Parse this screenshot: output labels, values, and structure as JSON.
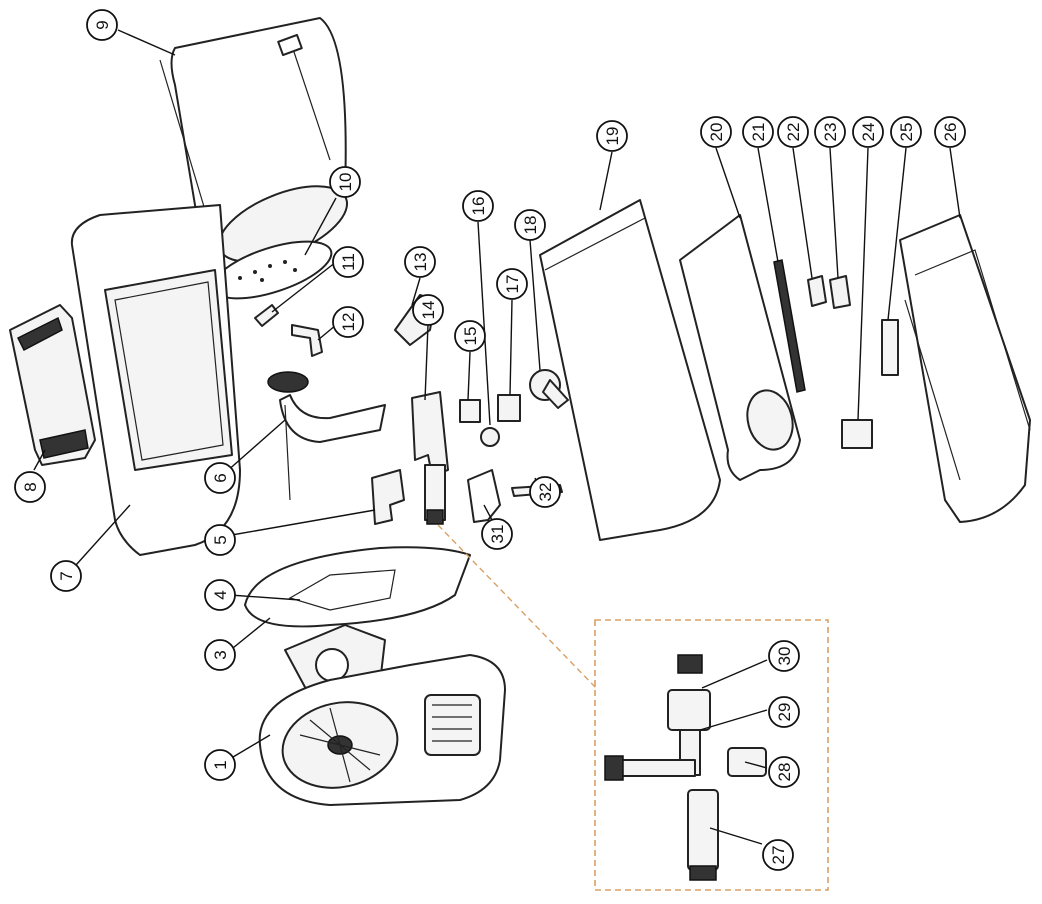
{
  "diagram": {
    "callouts": [
      {
        "id": "c1",
        "label": "1"
      },
      {
        "id": "c3",
        "label": "3"
      },
      {
        "id": "c4",
        "label": "4"
      },
      {
        "id": "c5",
        "label": "5"
      },
      {
        "id": "c6",
        "label": "6"
      },
      {
        "id": "c7",
        "label": "7"
      },
      {
        "id": "c8",
        "label": "8"
      },
      {
        "id": "c9",
        "label": "9"
      },
      {
        "id": "c10",
        "label": "10"
      },
      {
        "id": "c11",
        "label": "11"
      },
      {
        "id": "c12",
        "label": "12"
      },
      {
        "id": "c13",
        "label": "13"
      },
      {
        "id": "c14",
        "label": "14"
      },
      {
        "id": "c15",
        "label": "15"
      },
      {
        "id": "c16",
        "label": "16"
      },
      {
        "id": "c17",
        "label": "17"
      },
      {
        "id": "c18",
        "label": "18"
      },
      {
        "id": "c19",
        "label": "19"
      },
      {
        "id": "c20",
        "label": "20"
      },
      {
        "id": "c21",
        "label": "21"
      },
      {
        "id": "c22",
        "label": "22"
      },
      {
        "id": "c23",
        "label": "23"
      },
      {
        "id": "c24",
        "label": "24"
      },
      {
        "id": "c25",
        "label": "25"
      },
      {
        "id": "c26",
        "label": "26"
      },
      {
        "id": "c27",
        "label": "27"
      },
      {
        "id": "c28",
        "label": "28"
      },
      {
        "id": "c29",
        "label": "29"
      },
      {
        "id": "c30",
        "label": "30"
      },
      {
        "id": "c31",
        "label": "31"
      },
      {
        "id": "c32",
        "label": "32"
      }
    ],
    "colors": {
      "line": "#222222",
      "inset_frame": "#d9a066",
      "background": "#ffffff"
    }
  }
}
